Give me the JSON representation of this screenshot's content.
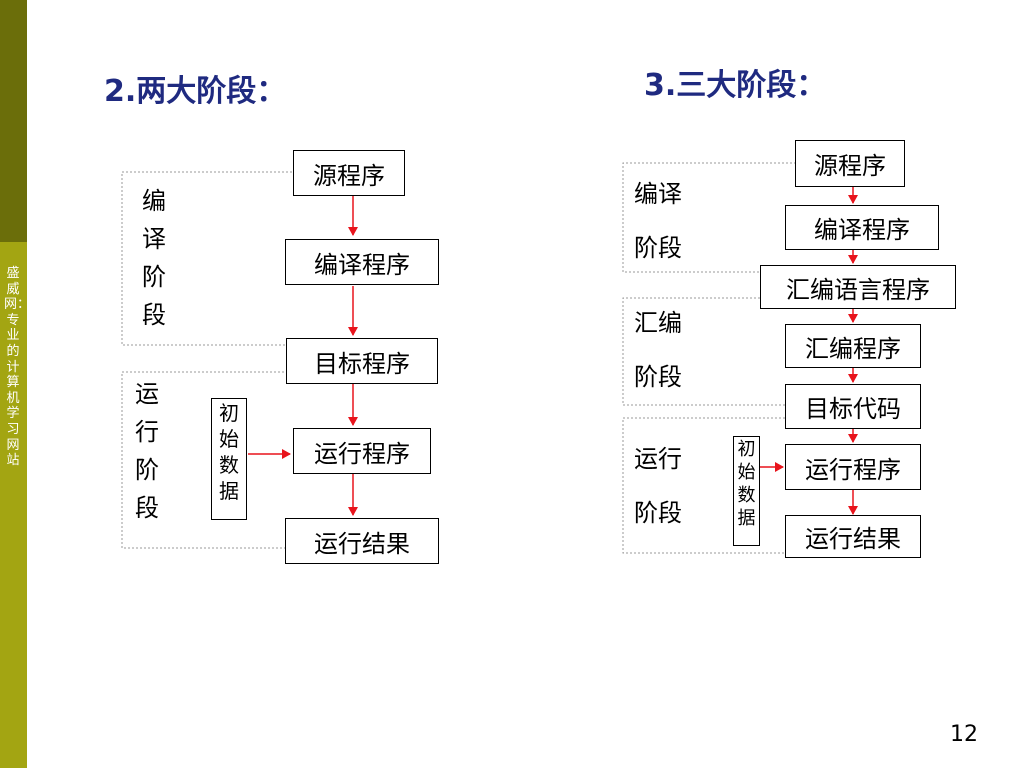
{
  "sidebar": {
    "text": "盛威网：专业的计算机学习网站"
  },
  "left": {
    "title": "2.两大阶段：",
    "boxes": [
      "源程序",
      "编译程序",
      "目标程序",
      "运行程序",
      "运行结果"
    ],
    "data_box": "初始数据",
    "stages": [
      "编译阶段",
      "运行阶段"
    ]
  },
  "right": {
    "title": "3.三大阶段：",
    "boxes": [
      "源程序",
      "编译程序",
      "汇编语言程序",
      "汇编程序",
      "目标代码",
      "运行程序",
      "运行结果"
    ],
    "data_box": "初始数据",
    "stages": [
      "编译阶段",
      "汇编阶段",
      "运行阶段"
    ]
  },
  "page_number": "12",
  "colors": {
    "title": "#1f2a80",
    "arrow": "#e8141c",
    "sidebar_dark": "#6b6e0a",
    "sidebar_light": "#a3a512"
  }
}
